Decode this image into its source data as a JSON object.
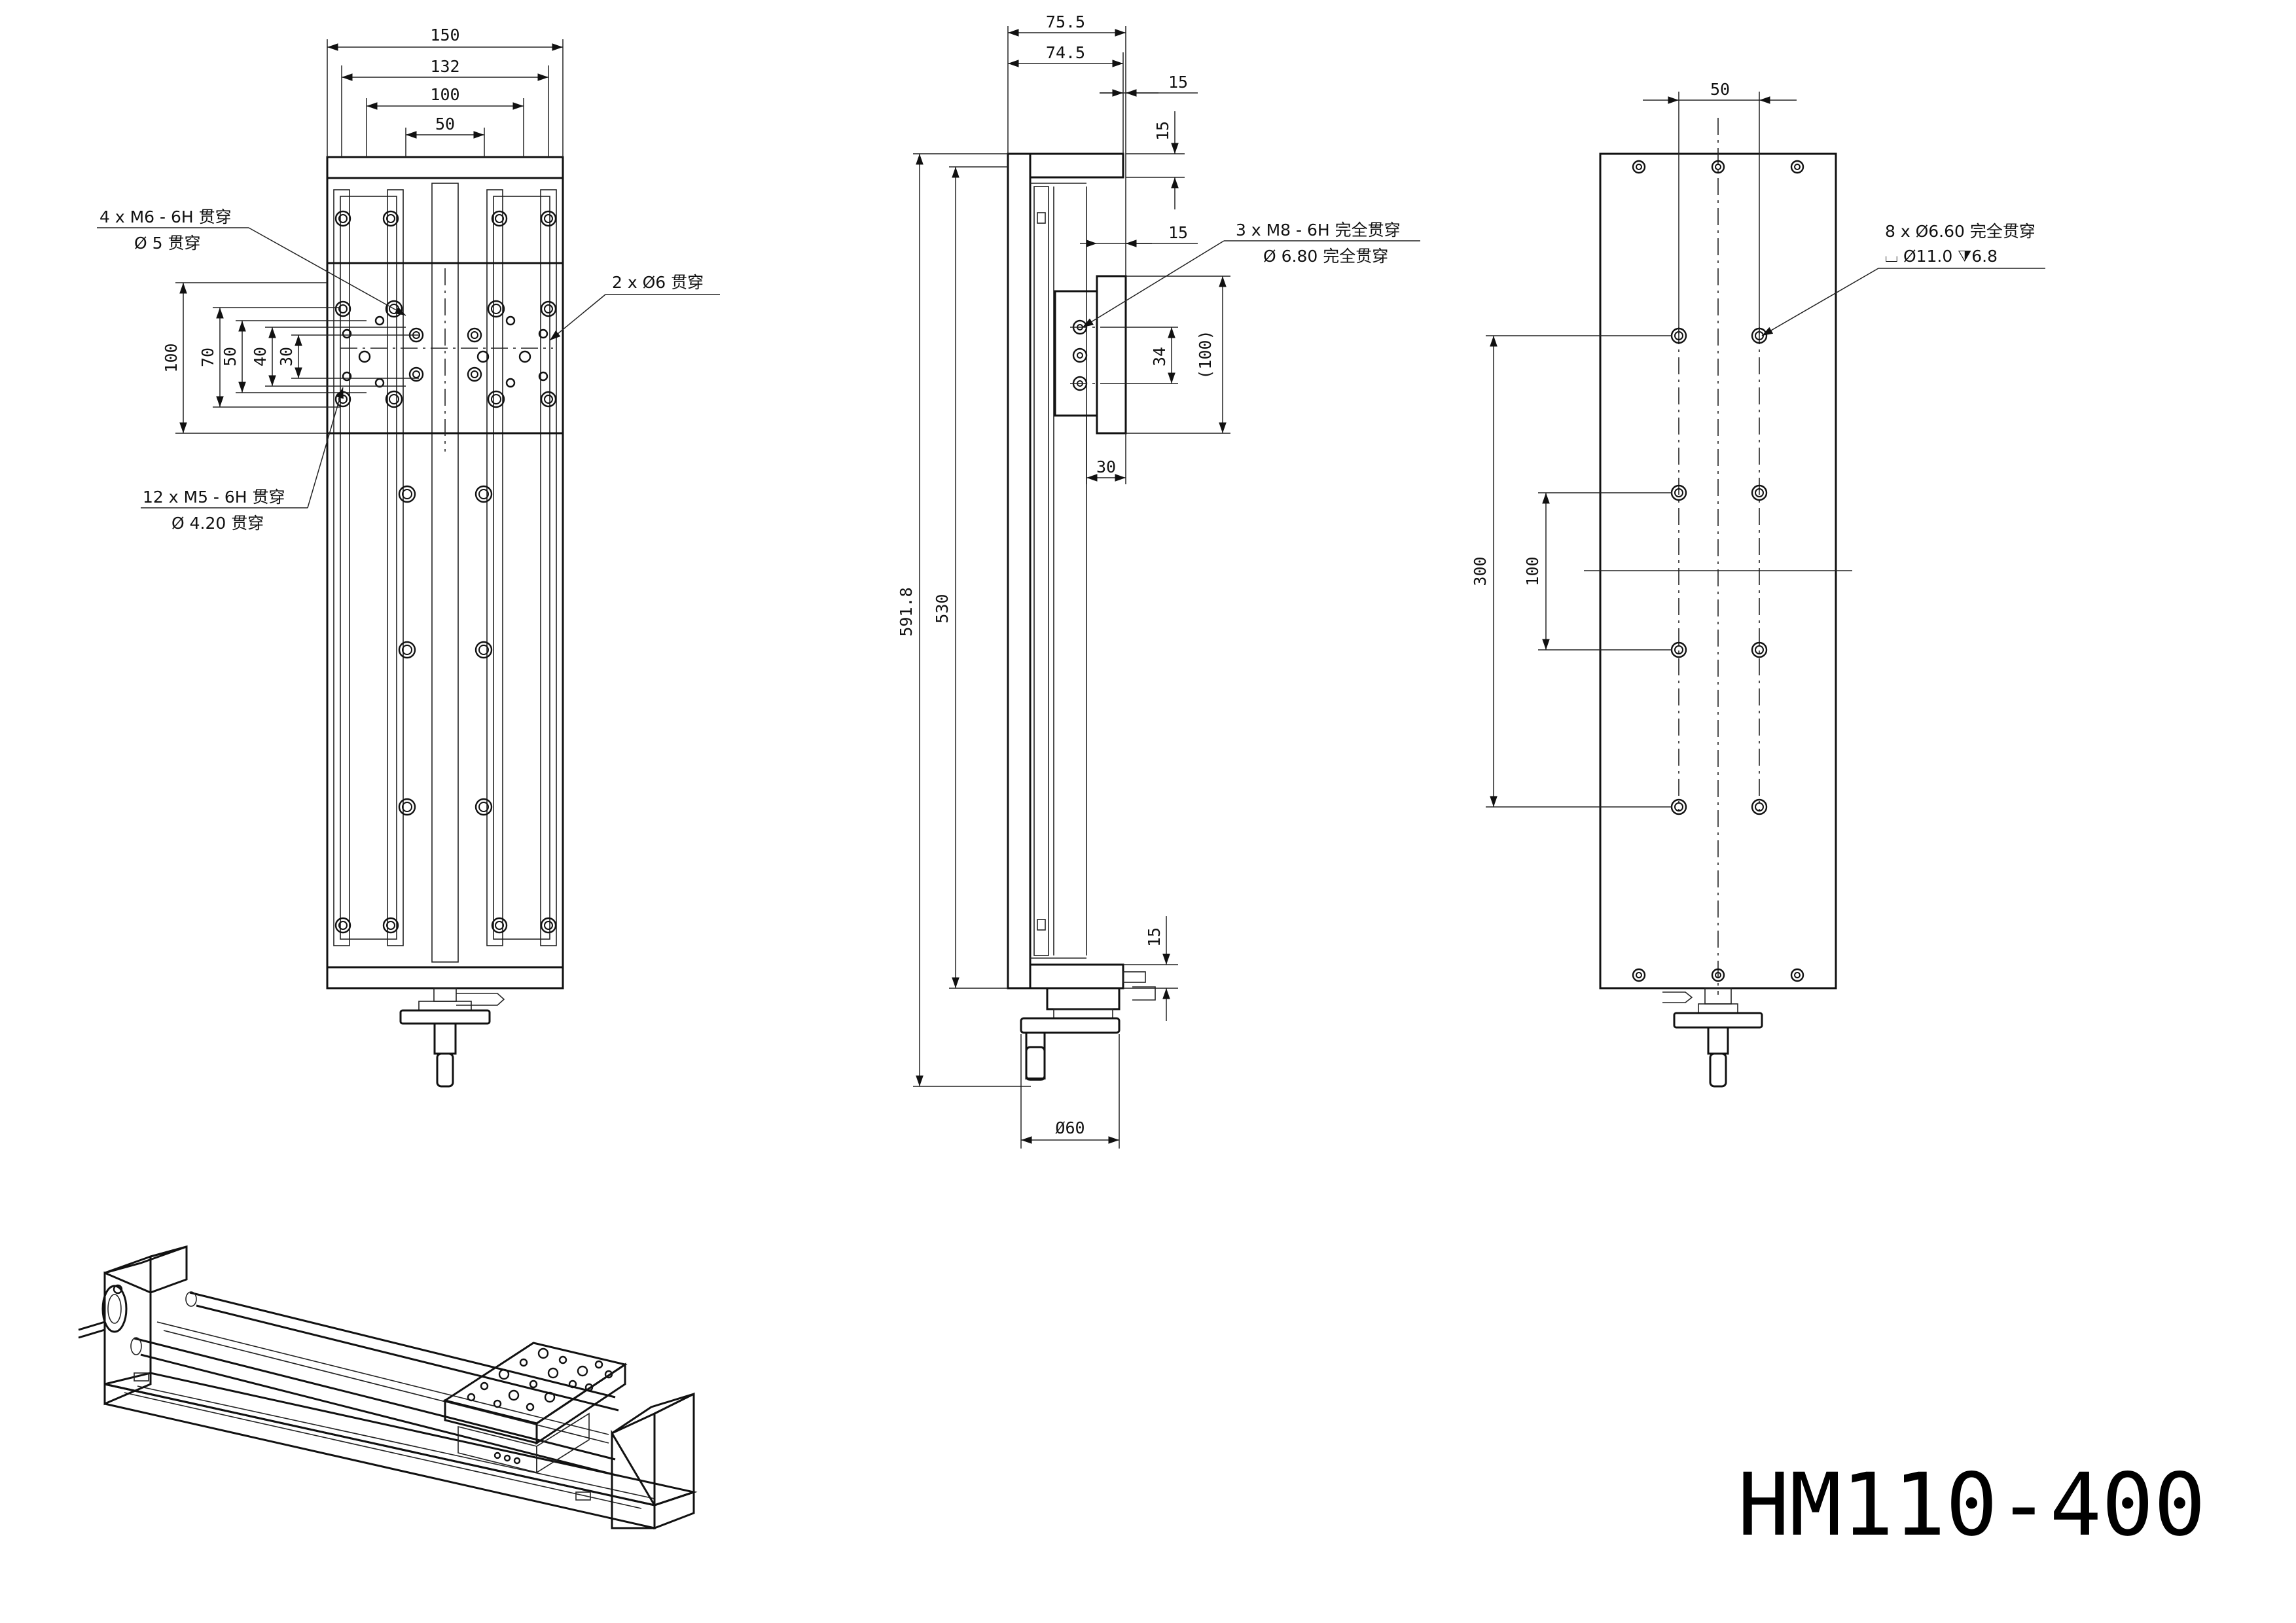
{
  "model": "HM110-400",
  "front_view": {
    "dimensions": {
      "w150": "150",
      "w132": "132",
      "w100": "100",
      "w50": "50",
      "h100": "100",
      "h70": "70",
      "h50": "50",
      "h40": "40",
      "h30": "30"
    },
    "callouts": {
      "m6_l1": "4 x  M6 - 6H 贯穿",
      "m6_l2": "Ø  5 贯穿",
      "d6_l1": "2 x Ø6 贯穿",
      "m5_l1": "12 x  M5 - 6H 贯穿",
      "m5_l2": "Ø  4.20 贯穿"
    }
  },
  "side_view": {
    "dimensions": {
      "w75_5": "75.5",
      "w74_5": "74.5",
      "top15": "15",
      "r15a": "15",
      "r15b": "15",
      "h34": "34",
      "h100ref": "(100)",
      "w30": "30",
      "h591_8": "591.8",
      "h530": "530",
      "bot15": "15",
      "dia60": "Ø60"
    },
    "callouts": {
      "m8_l1": "3 x  M8 - 6H 完全贯穿",
      "m8_l2": "Ø  6.80 完全贯穿"
    }
  },
  "bottom_view": {
    "dimensions": {
      "w50": "50",
      "h300": "300",
      "h100": "100"
    },
    "callouts": {
      "cb_l1": "8 x Ø6.60 完全贯穿",
      "cb_l2": "⌴ Ø11.0 ⧩6.8"
    }
  }
}
